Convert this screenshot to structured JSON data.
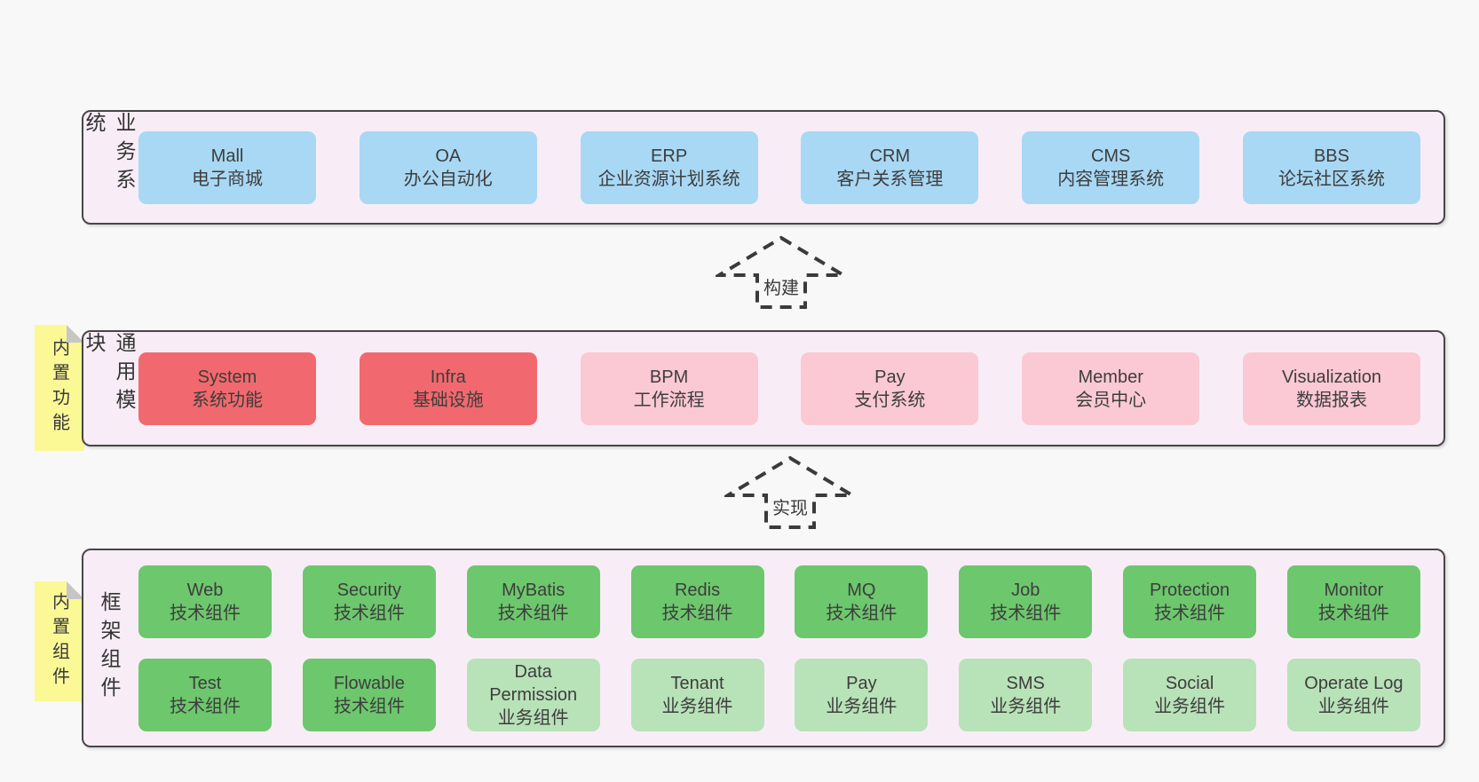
{
  "colors": {
    "page_bg": "#f8f8f8",
    "container_bg": "#f8edf6",
    "container_border": "#474747",
    "blue": "#a8d8f4",
    "red": "#f1696e",
    "pink": "#fbc9d3",
    "green": "#6dc76d",
    "light_green": "#b8e2b8",
    "note_yellow": "#fbf896",
    "fold_gray": "#c6c6c6",
    "text": "#3d3d3d"
  },
  "arrows": [
    {
      "label": "构建"
    },
    {
      "label": "实现"
    }
  ],
  "sections": {
    "business": {
      "side_label": "业务系统",
      "boxes": [
        {
          "name": "Mall",
          "desc": "电子商城",
          "variant": "blue"
        },
        {
          "name": "OA",
          "desc": "办公自动化",
          "variant": "blue"
        },
        {
          "name": "ERP",
          "desc": "企业资源计划系统",
          "variant": "blue"
        },
        {
          "name": "CRM",
          "desc": "客户关系管理",
          "variant": "blue"
        },
        {
          "name": "CMS",
          "desc": "内容管理系统",
          "variant": "blue"
        },
        {
          "name": "BBS",
          "desc": "论坛社区系统",
          "variant": "blue"
        }
      ]
    },
    "modules": {
      "side_label": "通用模块",
      "note": "内置功能",
      "boxes": [
        {
          "name": "System",
          "desc": "系统功能",
          "variant": "red"
        },
        {
          "name": "Infra",
          "desc": "基础设施",
          "variant": "red"
        },
        {
          "name": "BPM",
          "desc": "工作流程",
          "variant": "pink"
        },
        {
          "name": "Pay",
          "desc": "支付系统",
          "variant": "pink"
        },
        {
          "name": "Member",
          "desc": "会员中心",
          "variant": "pink"
        },
        {
          "name": "Visualization",
          "desc": "数据报表",
          "variant": "pink"
        }
      ]
    },
    "components": {
      "side_label": "框架组件",
      "note": "内置组件",
      "rows": [
        [
          {
            "name": "Web",
            "desc": "技术组件",
            "variant": "green"
          },
          {
            "name": "Security",
            "desc": "技术组件",
            "variant": "green"
          },
          {
            "name": "MyBatis",
            "desc": "技术组件",
            "variant": "green"
          },
          {
            "name": "Redis",
            "desc": "技术组件",
            "variant": "green"
          },
          {
            "name": "MQ",
            "desc": "技术组件",
            "variant": "green"
          },
          {
            "name": "Job",
            "desc": "技术组件",
            "variant": "green"
          },
          {
            "name": "Protection",
            "desc": "技术组件",
            "variant": "green"
          },
          {
            "name": "Monitor",
            "desc": "技术组件",
            "variant": "green"
          }
        ],
        [
          {
            "name": "Test",
            "desc": "技术组件",
            "variant": "green"
          },
          {
            "name": "Flowable",
            "desc": "技术组件",
            "variant": "green"
          },
          {
            "name": "Data\nPermission",
            "desc": "业务组件",
            "variant": "lgreen"
          },
          {
            "name": "Tenant",
            "desc": "业务组件",
            "variant": "lgreen"
          },
          {
            "name": "Pay",
            "desc": "业务组件",
            "variant": "lgreen"
          },
          {
            "name": "SMS",
            "desc": "业务组件",
            "variant": "lgreen"
          },
          {
            "name": "Social",
            "desc": "业务组件",
            "variant": "lgreen"
          },
          {
            "name": "Operate Log",
            "desc": "业务组件",
            "variant": "lgreen"
          }
        ]
      ]
    }
  }
}
